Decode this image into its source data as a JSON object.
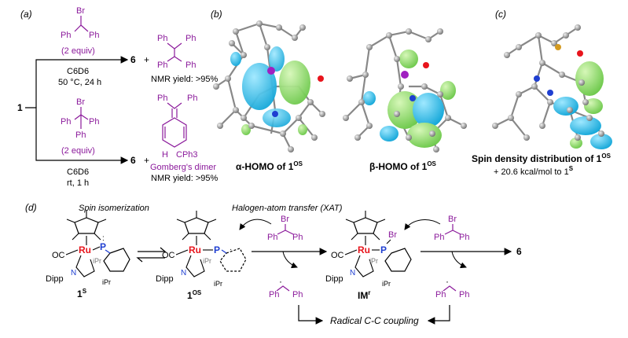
{
  "panels": {
    "a": "(a)",
    "b": "(b)",
    "c": "(c)",
    "d": "(d)"
  },
  "panel_a": {
    "start": "1",
    "top": {
      "reagent_atom": "Br",
      "reagent_ph_left": "Ph",
      "reagent_ph_right": "Ph",
      "equiv": "(2 equiv)",
      "solvent": "C6D6",
      "conditions": "50 °C, 24 h",
      "product": "6",
      "plus": "+",
      "byproduct_ph": [
        "Ph",
        "Ph",
        "Ph",
        "Ph"
      ],
      "nmr": "NMR yield: >95%"
    },
    "bottom": {
      "reagent_atom": "Br",
      "reagent_ph": [
        "Ph",
        "Ph",
        "Ph"
      ],
      "equiv": "(2 equiv)",
      "solvent": "C6D6",
      "conditions": "rt, 1 h",
      "product": "6",
      "plus": "+",
      "dimer_ph": [
        "Ph",
        "Ph"
      ],
      "dimer_h": "H",
      "dimer_cph3": "CPh3",
      "dimer_name": "Gomberg's dimer",
      "nmr": "NMR yield: >95%"
    }
  },
  "panel_b": {
    "alpha_label": "α-HOMO of 1",
    "alpha_sup": "OS",
    "beta_label": "β-HOMO of 1",
    "beta_sup": "OS"
  },
  "panel_c": {
    "title": "Spin density distribution of 1",
    "title_sup": "OS",
    "energy": "+ 20.6 kcal/mol to 1",
    "energy_sup": "S"
  },
  "panel_d": {
    "spin_isomerization": "Spin isomerization",
    "xat": "Halogen-atom transfer (XAT)",
    "radical_coupling": "Radical C-C coupling",
    "product": "6",
    "structures": {
      "s1": {
        "label": "1",
        "sup": "S",
        "ru": "Ru",
        "p": "P",
        "oc": "OC",
        "dipp": "Dipp",
        "n": "N",
        "ipr": "iPr",
        "ipr2": "iPr"
      },
      "os": {
        "label": "1",
        "sup": "OS",
        "ru": "Ru",
        "p": "P",
        "oc": "OC",
        "dipp": "Dipp",
        "n": "N",
        "ipr": "iPr",
        "ipr2": "iPr"
      },
      "im": {
        "label": "IM",
        "sup": "r",
        "ru": "Ru",
        "p": "P",
        "br": "Br",
        "oc": "OC",
        "dipp": "Dipp",
        "n": "N",
        "ipr": "iPr",
        "ipr2": "iPr"
      }
    },
    "reagent1": {
      "br": "Br",
      "ph": [
        "Ph",
        "Ph"
      ]
    },
    "reagent2": {
      "br": "Br",
      "ph": [
        "Ph",
        "Ph"
      ]
    },
    "radical1": {
      "ph": [
        "Ph",
        "Ph"
      ]
    },
    "radical2": {
      "ph": [
        "Ph",
        "Ph"
      ]
    }
  },
  "colors": {
    "purple": "#8b1a9b",
    "red": "#e8141c",
    "blue": "#1f3fd1",
    "cyan_lobe": "#1fb8e8",
    "green_lobe": "#8ee06a",
    "atom_gray": "#9a9a9a"
  }
}
